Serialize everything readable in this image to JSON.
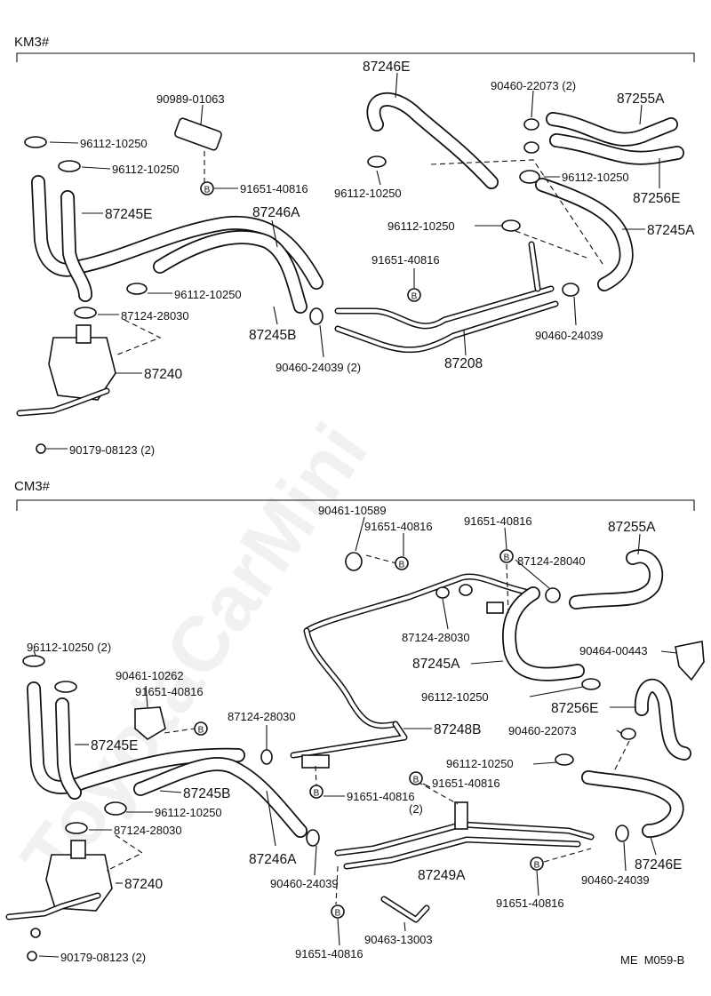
{
  "sections": {
    "km3": {
      "title": "KM3#",
      "labels": {
        "l87246E": "87246E",
        "l90460_22073": "90460-22073 (2)",
        "l87255A": "87255A",
        "l90989": "90989-01063",
        "l96112_a": "96112-10250",
        "l96112_b": "96112-10250",
        "l96112_c": "96112-10250",
        "l96112_d": "96112-10250",
        "l96112_e": "96112-10250",
        "l96112_f": "96112-10250",
        "l87256E": "87256E",
        "l91651_a": "91651-40816",
        "l91651_b": "91651-40816",
        "l87245E": "87245E",
        "l87246A": "87246A",
        "l87245A": "87245A",
        "l87124": "87124-28030",
        "l87245B": "87245B",
        "l90460_24039_2": "90460-24039 (2)",
        "l90460_24039": "90460-24039",
        "l87208": "87208",
        "l87240": "87240",
        "l90179": "90179-08123 (2)"
      }
    },
    "cm3": {
      "title": "CM3#",
      "labels": {
        "l90461_10589": "90461-10589",
        "l91651_a": "91651-40816",
        "l91651_b": "91651-40816",
        "l91651_c": "91651-40816",
        "l91651_d": "91651-40816",
        "l91651_e": "91651-40816",
        "l91651_f": "91651-40816",
        "l91651_g": "91651-40816",
        "l91651_g2": "(2)",
        "l87255A": "87255A",
        "l87124_a": "87124-28040",
        "l87124_b": "87124-28030",
        "l87124_c": "87124-28030",
        "l87124_d": "87124-28030",
        "l96112_2": "96112-10250 (2)",
        "l96112_a": "96112-10250",
        "l96112_b": "96112-10250",
        "l96112_c": "96112-10250",
        "l90464": "90464-00443",
        "l87245A": "87245A",
        "l90461_10262": "90461-10262",
        "l87256E": "87256E",
        "l90460_22073": "90460-22073",
        "l87245E": "87245E",
        "l87248B": "87248B",
        "l87245B": "87245B",
        "l87246A": "87246A",
        "l87240": "87240",
        "l90460_24039_a": "90460-24039",
        "l90460_24039_b": "90460-24039",
        "l87249A": "87249A",
        "l87246E": "87246E",
        "l90463": "90463-13003",
        "l90179": "90179-08123 (2)"
      }
    }
  },
  "bolt_marker": "B",
  "footer": "ME  M059-B",
  "watermark": "ToyotaCarMini"
}
